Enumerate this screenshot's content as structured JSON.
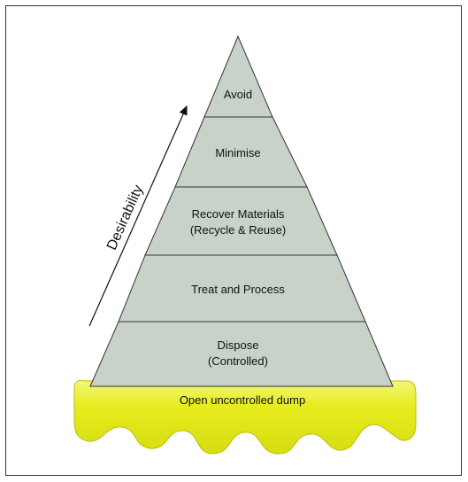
{
  "levels": [
    {
      "line1": "Avoid",
      "line2": ""
    },
    {
      "line1": "Minimise",
      "line2": ""
    },
    {
      "line1": "Recover Materials",
      "line2": "(Recycle & Reuse)"
    },
    {
      "line1": "Treat and Process",
      "line2": ""
    },
    {
      "line1": "Dispose",
      "line2": "(Controlled)"
    }
  ],
  "base": {
    "label": "Open uncontrolled dump"
  },
  "axis": {
    "label": "Desirability"
  },
  "colors": {
    "pyramid_fill": "#c8d2c8",
    "outline": "#333333",
    "dump_fill": "#e6ec1e",
    "dump_highlight": "#f6f9a0"
  }
}
